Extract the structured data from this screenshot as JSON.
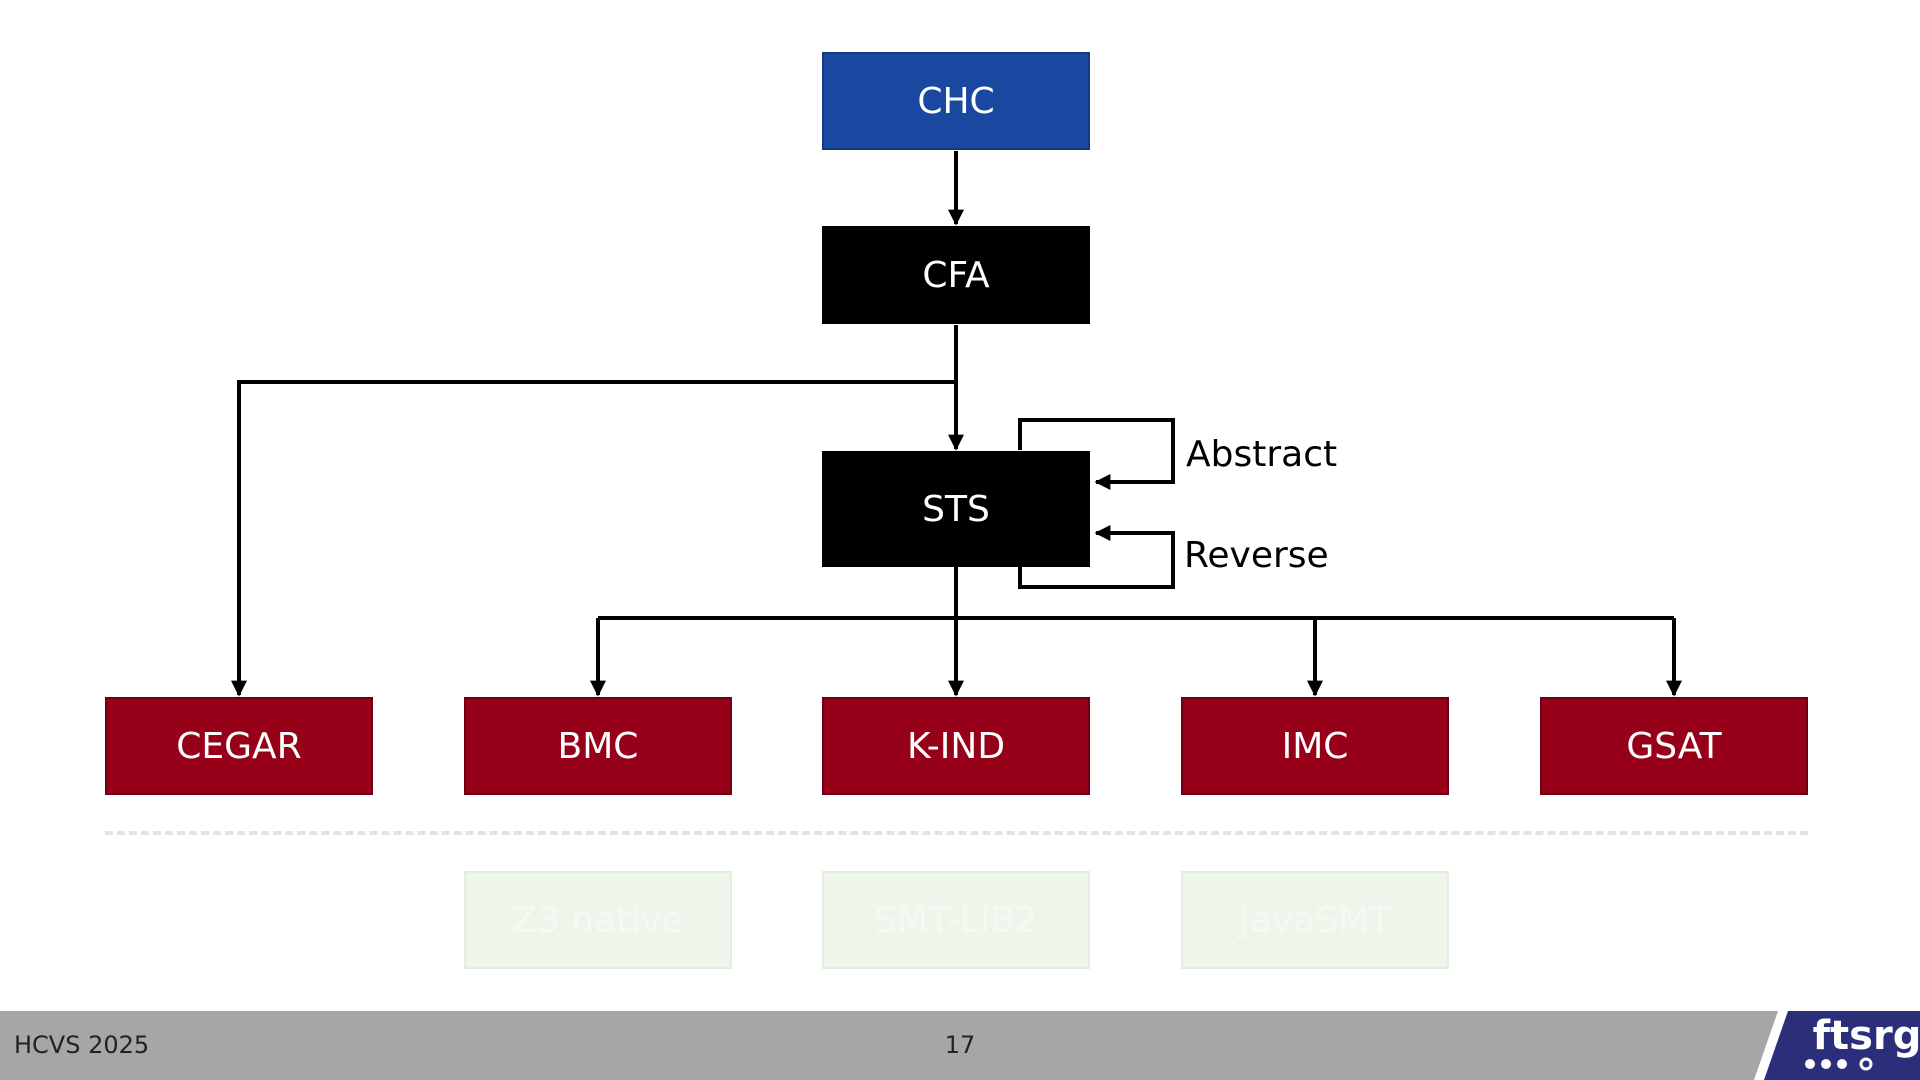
{
  "diagram": {
    "nodes": {
      "chc": "CHC",
      "cfa": "CFA",
      "sts": "STS",
      "cegar": "CEGAR",
      "bmc": "BMC",
      "kind": "K-IND",
      "imc": "IMC",
      "gsat": "GSAT"
    },
    "edge_labels": {
      "abstract": "Abstract",
      "reverse": "Reverse"
    },
    "solvers": [
      "Z3 native",
      "SMT-LIB2",
      "JavaSMT"
    ]
  },
  "footer": {
    "event": "HCVS 2025",
    "page_number": "17",
    "logo_text": "ftsrg"
  },
  "colors": {
    "chc_node": "#1a47a0",
    "ir_node": "#000000",
    "algorithm_node": "#960019",
    "solver_node": "#eef6ec",
    "footer_bar": "#a6a6a6",
    "logo_bg": "#2b2f7a"
  }
}
